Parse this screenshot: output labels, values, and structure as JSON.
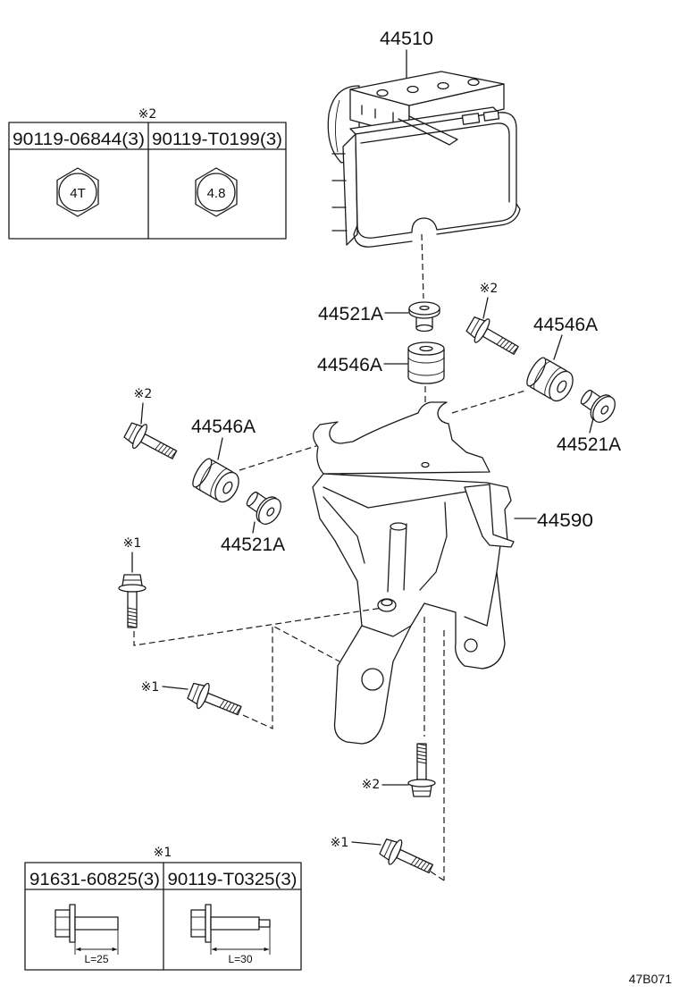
{
  "callouts": {
    "actuator": "44510",
    "sleeve_center": "44521A",
    "cushion_center": "44546A",
    "cushion_right": "44546A",
    "sleeve_right": "44521A",
    "cushion_left": "44546A",
    "sleeve_left": "44521A",
    "bracket": "44590"
  },
  "bolt_marks": {
    "top_table": "※2",
    "right_bolt": "※2",
    "left_bolt": "※2",
    "upper_left_bolt": "※1",
    "mid_left_bolt": "※1",
    "lower_center_bolt": "※2",
    "bottom_bolt": "※1",
    "bottom_table": "※1"
  },
  "table_top": {
    "columns": [
      {
        "part_no": "90119-06844(3)",
        "head_marking": "4T",
        "icon": "hex-bolt-head-icon"
      },
      {
        "part_no": "90119-T0199(3)",
        "head_marking": "4.8",
        "icon": "hex-bolt-head-icon"
      }
    ]
  },
  "table_bottom": {
    "columns": [
      {
        "part_no": "91631-60825(3)",
        "length": "L=25",
        "icon": "flange-bolt-icon"
      },
      {
        "part_no": "90119-T0325(3)",
        "length": "L=30",
        "icon": "flange-bolt-icon"
      }
    ]
  },
  "diagram_code": "47B071",
  "colors": {
    "line": "#1a1a1a",
    "background": "#ffffff"
  }
}
